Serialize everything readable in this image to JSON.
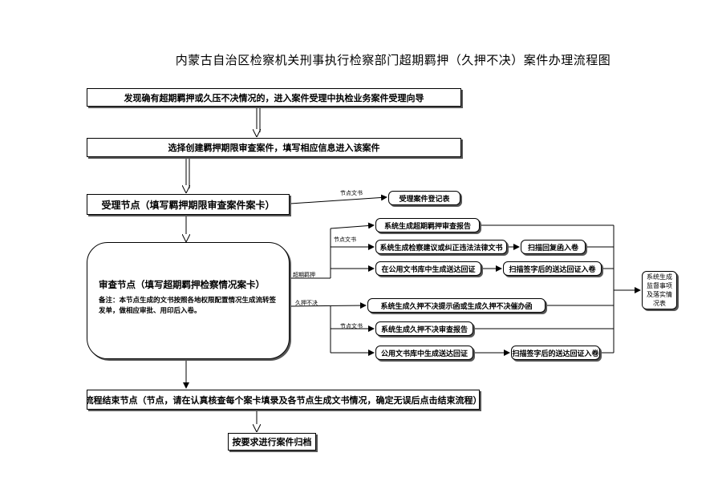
{
  "title": "内蒙古自治区检察机关刑事执行检察部门超期羁押（久押不决）案件办理流程图",
  "nodes": {
    "start": "发现确有超期羁押或久压不决情况的，进入案件受理中执检业务案件受理向导",
    "create_case": "选择创建羁押期限审查案件，填写相应信息进入该案件",
    "accept": "受理节点（填写羁押期限审查案件案卡）",
    "accept_register": "受理案件登记表",
    "gen_report": "系统生成超期羁押审查报告",
    "gen_correction": "系统生成检察建议或纠正违法法律文书",
    "scan_reply": "扫描回复函入卷",
    "public_receipt_1": "在公用文书库中生成送达回证",
    "scan_receipt_1": "扫描签字后的送达回证入卷",
    "review_title": "审查节点（填写超期羁押检察情况案卡）",
    "review_note": "备注：本节点生成的文书按照各地权限配置情况生成流转签发单，做相应审批、用印后入卷。",
    "gen_notice": "系统生成久押不决提示函或生成久押不决催办函",
    "gen_long_report": "系统生成久押不决审查报告",
    "public_receipt_2": "公用文书库中生成送达回证",
    "scan_receipt_2": "扫描签字后的送达回证入卷",
    "system_summary": "系统生成监督事项及落实情况表",
    "end": "流程结束节点（节点，请在认真核查每个案卡填录及各节点生成文书情况，确定无误后点击结束流程）",
    "archive": "按要求进行案件归档"
  },
  "labels": {
    "node_doc_1": "节点文书",
    "node_doc_2": "节点文书",
    "node_doc_3": "节点文书",
    "overdue": "超期羁押",
    "long_pending": "久押不决"
  }
}
